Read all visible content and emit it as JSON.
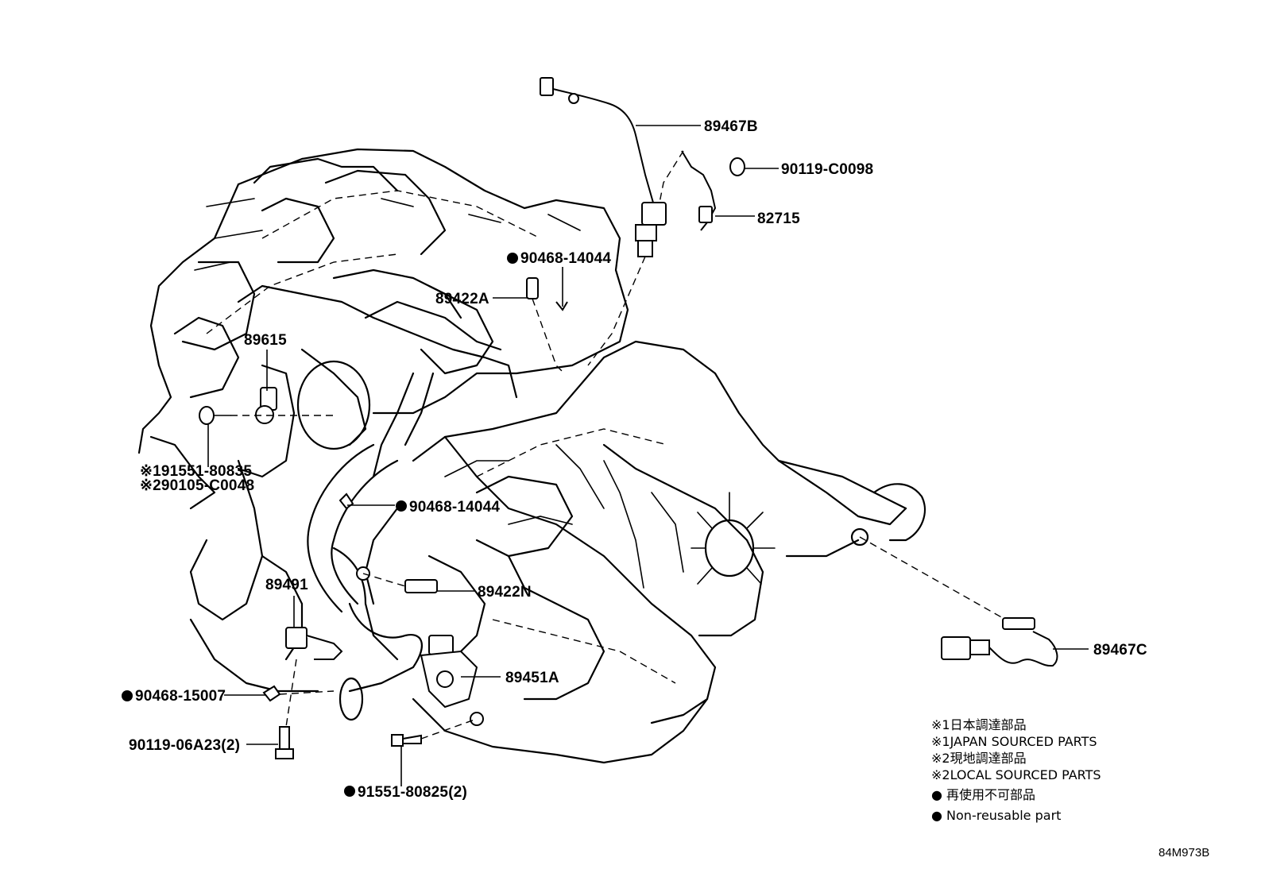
{
  "parts": {
    "p89467B": "89467B",
    "p90119C0098": "90119-C0098",
    "p82715": "82715",
    "p9046814044a": "90468-14044",
    "p89422A": "89422A",
    "p89615": "89615",
    "p9155180835": "※191551-80835",
    "p90105C0048": "※290105-C0048",
    "p9046814044b": "90468-14044",
    "p89491": "89491",
    "p89422N": "89422N",
    "p89451A": "89451A",
    "p9046815007": "90468-15007",
    "p9011906A23": "90119-06A23(2)",
    "p9155180825": "91551-80825(2)",
    "p89467C": "89467C"
  },
  "legend": {
    "line1": "※1日本調達部品",
    "line2": "※1JAPAN SOURCED PARTS",
    "line3": "※2現地調達部品",
    "line4": "※2LOCAL SOURCED PARTS",
    "line5": "● 再使用不可部品",
    "line6": "● Non-reusable part"
  },
  "diagram_code": "84M973B"
}
